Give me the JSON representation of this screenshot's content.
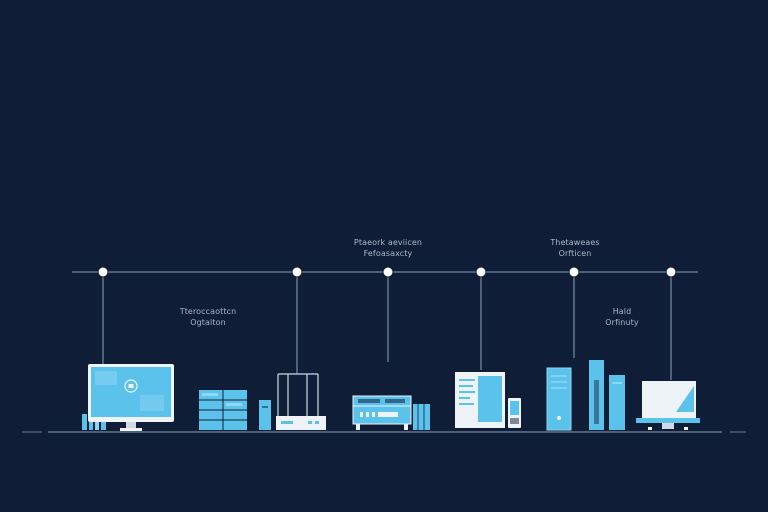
{
  "labels": {
    "remote_a": {
      "line1": "Tteroccaottcn",
      "line2": "Ogtalton"
    },
    "remote_b": {
      "line1": "Ptaeork aeviicen",
      "line2": "Fefoasaxcty"
    },
    "remote_c": {
      "line1": "Thetaweaes",
      "line2": "Orfticen"
    },
    "remote_d": {
      "line1": "Hald",
      "line2": "Orfinuty"
    }
  },
  "colors": {
    "background": "#0f1d36",
    "line": "#8da3bf",
    "node": "#ffffff",
    "device_blue": "#5bc2ec",
    "device_light": "#8fd6f3",
    "device_white": "#eef3f8",
    "label_text": "#aab6c8"
  },
  "icons": {
    "monitor": "desktop-monitor-icon",
    "server_rack": "server-rack-icon",
    "router": "router-icon",
    "switch": "network-switch-icon",
    "document_server": "document-server-icon",
    "tower": "server-tower-icon",
    "laptop": "laptop-icon"
  }
}
